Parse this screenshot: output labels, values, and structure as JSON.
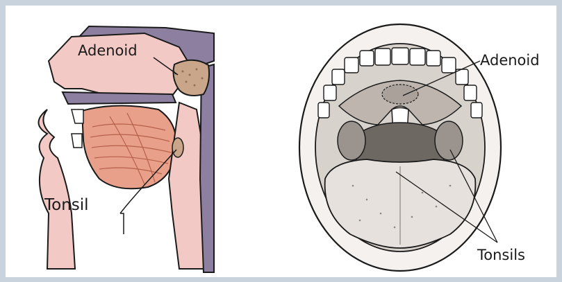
{
  "figures": {
    "sagittal": {
      "labels": {
        "adenoid": "Adenoid",
        "tonsil": "Tonsil"
      }
    },
    "oral_view": {
      "labels": {
        "adenoid": "Adenoid",
        "tonsils": "Tonsils"
      }
    }
  },
  "colors": {
    "background": "#c9d3de",
    "panel": "#ffffff",
    "soft_tissue": "#f2c9c4",
    "muscle": "#e8a08a",
    "bone": "#8d7fa0",
    "adenoid": "#c9a58a",
    "line": "#1a1a1a"
  }
}
